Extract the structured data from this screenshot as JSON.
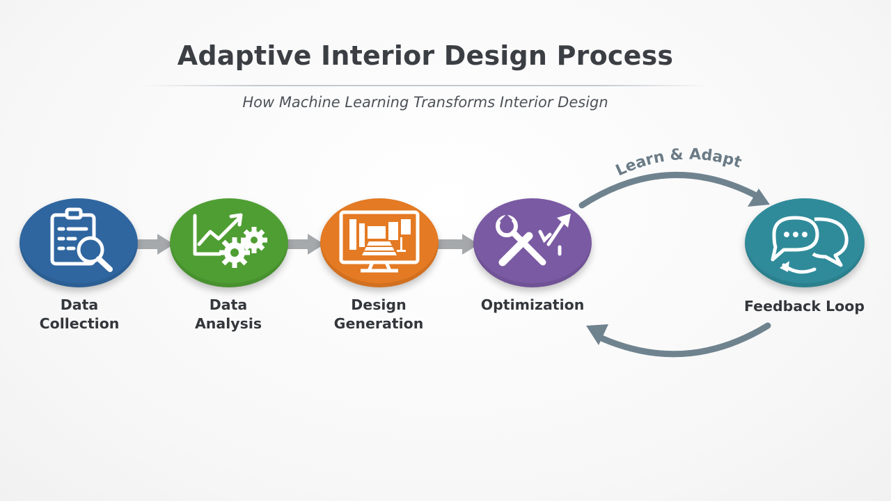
{
  "title": "Adaptive Interior Design Process",
  "subtitle": "How Machine Learning Transforms Interior Design",
  "steps": [
    {
      "line1": "Data",
      "line2": "Collection",
      "color": "#2f66a0",
      "icon": "clipboard-magnifier-icon"
    },
    {
      "line1": "Data",
      "line2": "Analysis",
      "color": "#4f9e33",
      "icon": "chart-gears-icon"
    },
    {
      "line1": "Design",
      "line2": "Generation",
      "color": "#e47a23",
      "icon": "monitor-room-icon"
    },
    {
      "line1": "Optimization",
      "line2": "",
      "color": "#7a5aa3",
      "icon": "tools-arrow-icon"
    },
    {
      "line1": "Feedback Loop",
      "line2": "",
      "color": "#2f8b9a",
      "icon": "chat-bubbles-cycle-icon"
    }
  ],
  "loop_label": "Learn & Adapt",
  "colors": {
    "connector": "#a6a9ac",
    "loop_arrow": "#6f838f",
    "title": "#3b3f44"
  }
}
